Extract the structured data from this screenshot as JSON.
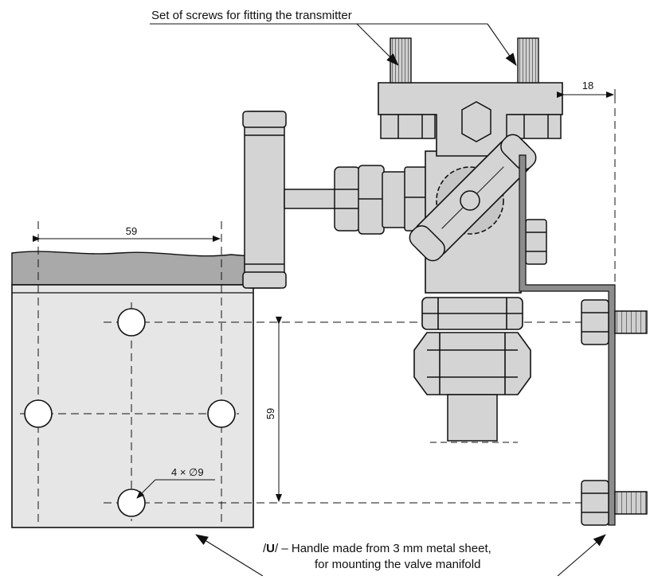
{
  "labels": {
    "screws_caption": "Set of screws for fitting the transmitter",
    "dim_top": "18",
    "dim_horizontal": "59",
    "dim_vertical": "59",
    "holes_label": "4 × ∅9",
    "handle_prefix": "/",
    "handle_code": "U",
    "handle_suffix": "/ – Handle made from 3 mm metal sheet,",
    "handle_line2": "for mounting the valve manifold"
  },
  "colors": {
    "line": "#111111",
    "metal_fill": "#d4d4d4",
    "plate_fill": "#e6e6e6",
    "pipe_fill": "#a9a9a9",
    "handle_fill": "#8c8c8c"
  }
}
